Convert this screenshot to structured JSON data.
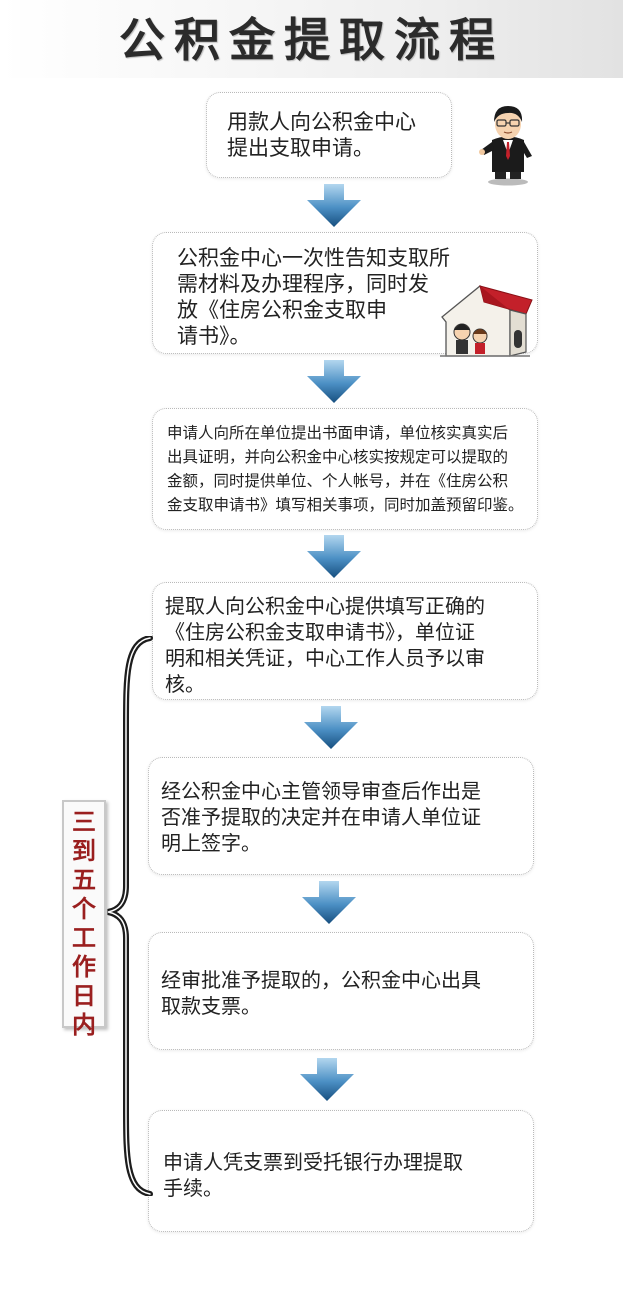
{
  "title": "公积金提取流程",
  "side_label": "三\n到\n五\n个\n工\n作\n日\n内",
  "steps": [
    {
      "text": "用款人向公积金中心\n提出支取申请。"
    },
    {
      "text": "公积金中心一次性告知支取所\n需材料及办理程序，同时发\n放《住房公积金支取申\n请书》。"
    },
    {
      "text": "申请人向所在单位提出书面申请，单位核实真实后\n出具证明，并向公积金中心核实按规定可以提取的\n金额，同时提供单位、个人帐号，并在《住房公积\n金支取申请书》填写相关事项，同时加盖预留印鉴。"
    },
    {
      "text": "提取人向公积金中心提供填写正确的\n《住房公积金支取申请书》，单位证\n明和相关凭证，中心工作人员予以审\n核。"
    },
    {
      "text": "经公积金中心主管领导审查后作出是\n否准予提取的决定并在申请人单位证\n明上签字。"
    },
    {
      "text": "经审批准予提取的，公积金中心出具\n取款支票。"
    },
    {
      "text": "申请人凭支票到受托银行办理提取\n手续。"
    }
  ],
  "icons": {
    "arrow": "down-arrow-icon",
    "person": "businessman-icon",
    "house": "house-icon",
    "brace": "curly-brace-icon"
  },
  "colors": {
    "arrow_light": "#9cc7e6",
    "arrow_dark": "#1d5f96",
    "side_text": "#9a1f1f",
    "roof": "#c3202a"
  }
}
